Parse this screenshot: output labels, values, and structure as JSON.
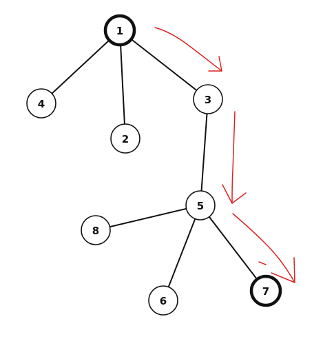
{
  "graph": {
    "nodes": [
      {
        "id": "1",
        "label": "1",
        "highlight": true
      },
      {
        "id": "4",
        "label": "4",
        "highlight": false
      },
      {
        "id": "2",
        "label": "2",
        "highlight": false
      },
      {
        "id": "3",
        "label": "3",
        "highlight": false
      },
      {
        "id": "5",
        "label": "5",
        "highlight": false
      },
      {
        "id": "8",
        "label": "8",
        "highlight": false
      },
      {
        "id": "6",
        "label": "6",
        "highlight": false
      },
      {
        "id": "7",
        "label": "7",
        "highlight": true
      }
    ],
    "edges": [
      {
        "from": "1",
        "to": "4"
      },
      {
        "from": "1",
        "to": "2"
      },
      {
        "from": "1",
        "to": "3"
      },
      {
        "from": "3",
        "to": "5"
      },
      {
        "from": "5",
        "to": "8"
      },
      {
        "from": "5",
        "to": "6"
      },
      {
        "from": "5",
        "to": "7"
      }
    ],
    "path_arrows": [
      {
        "from": "1",
        "to": "3"
      },
      {
        "from": "3",
        "to": "5"
      },
      {
        "from": "5",
        "to": "7"
      }
    ],
    "colors": {
      "node_stroke": "#111111",
      "node_fill": "#ffffff",
      "arrow": "#dd2222"
    }
  }
}
